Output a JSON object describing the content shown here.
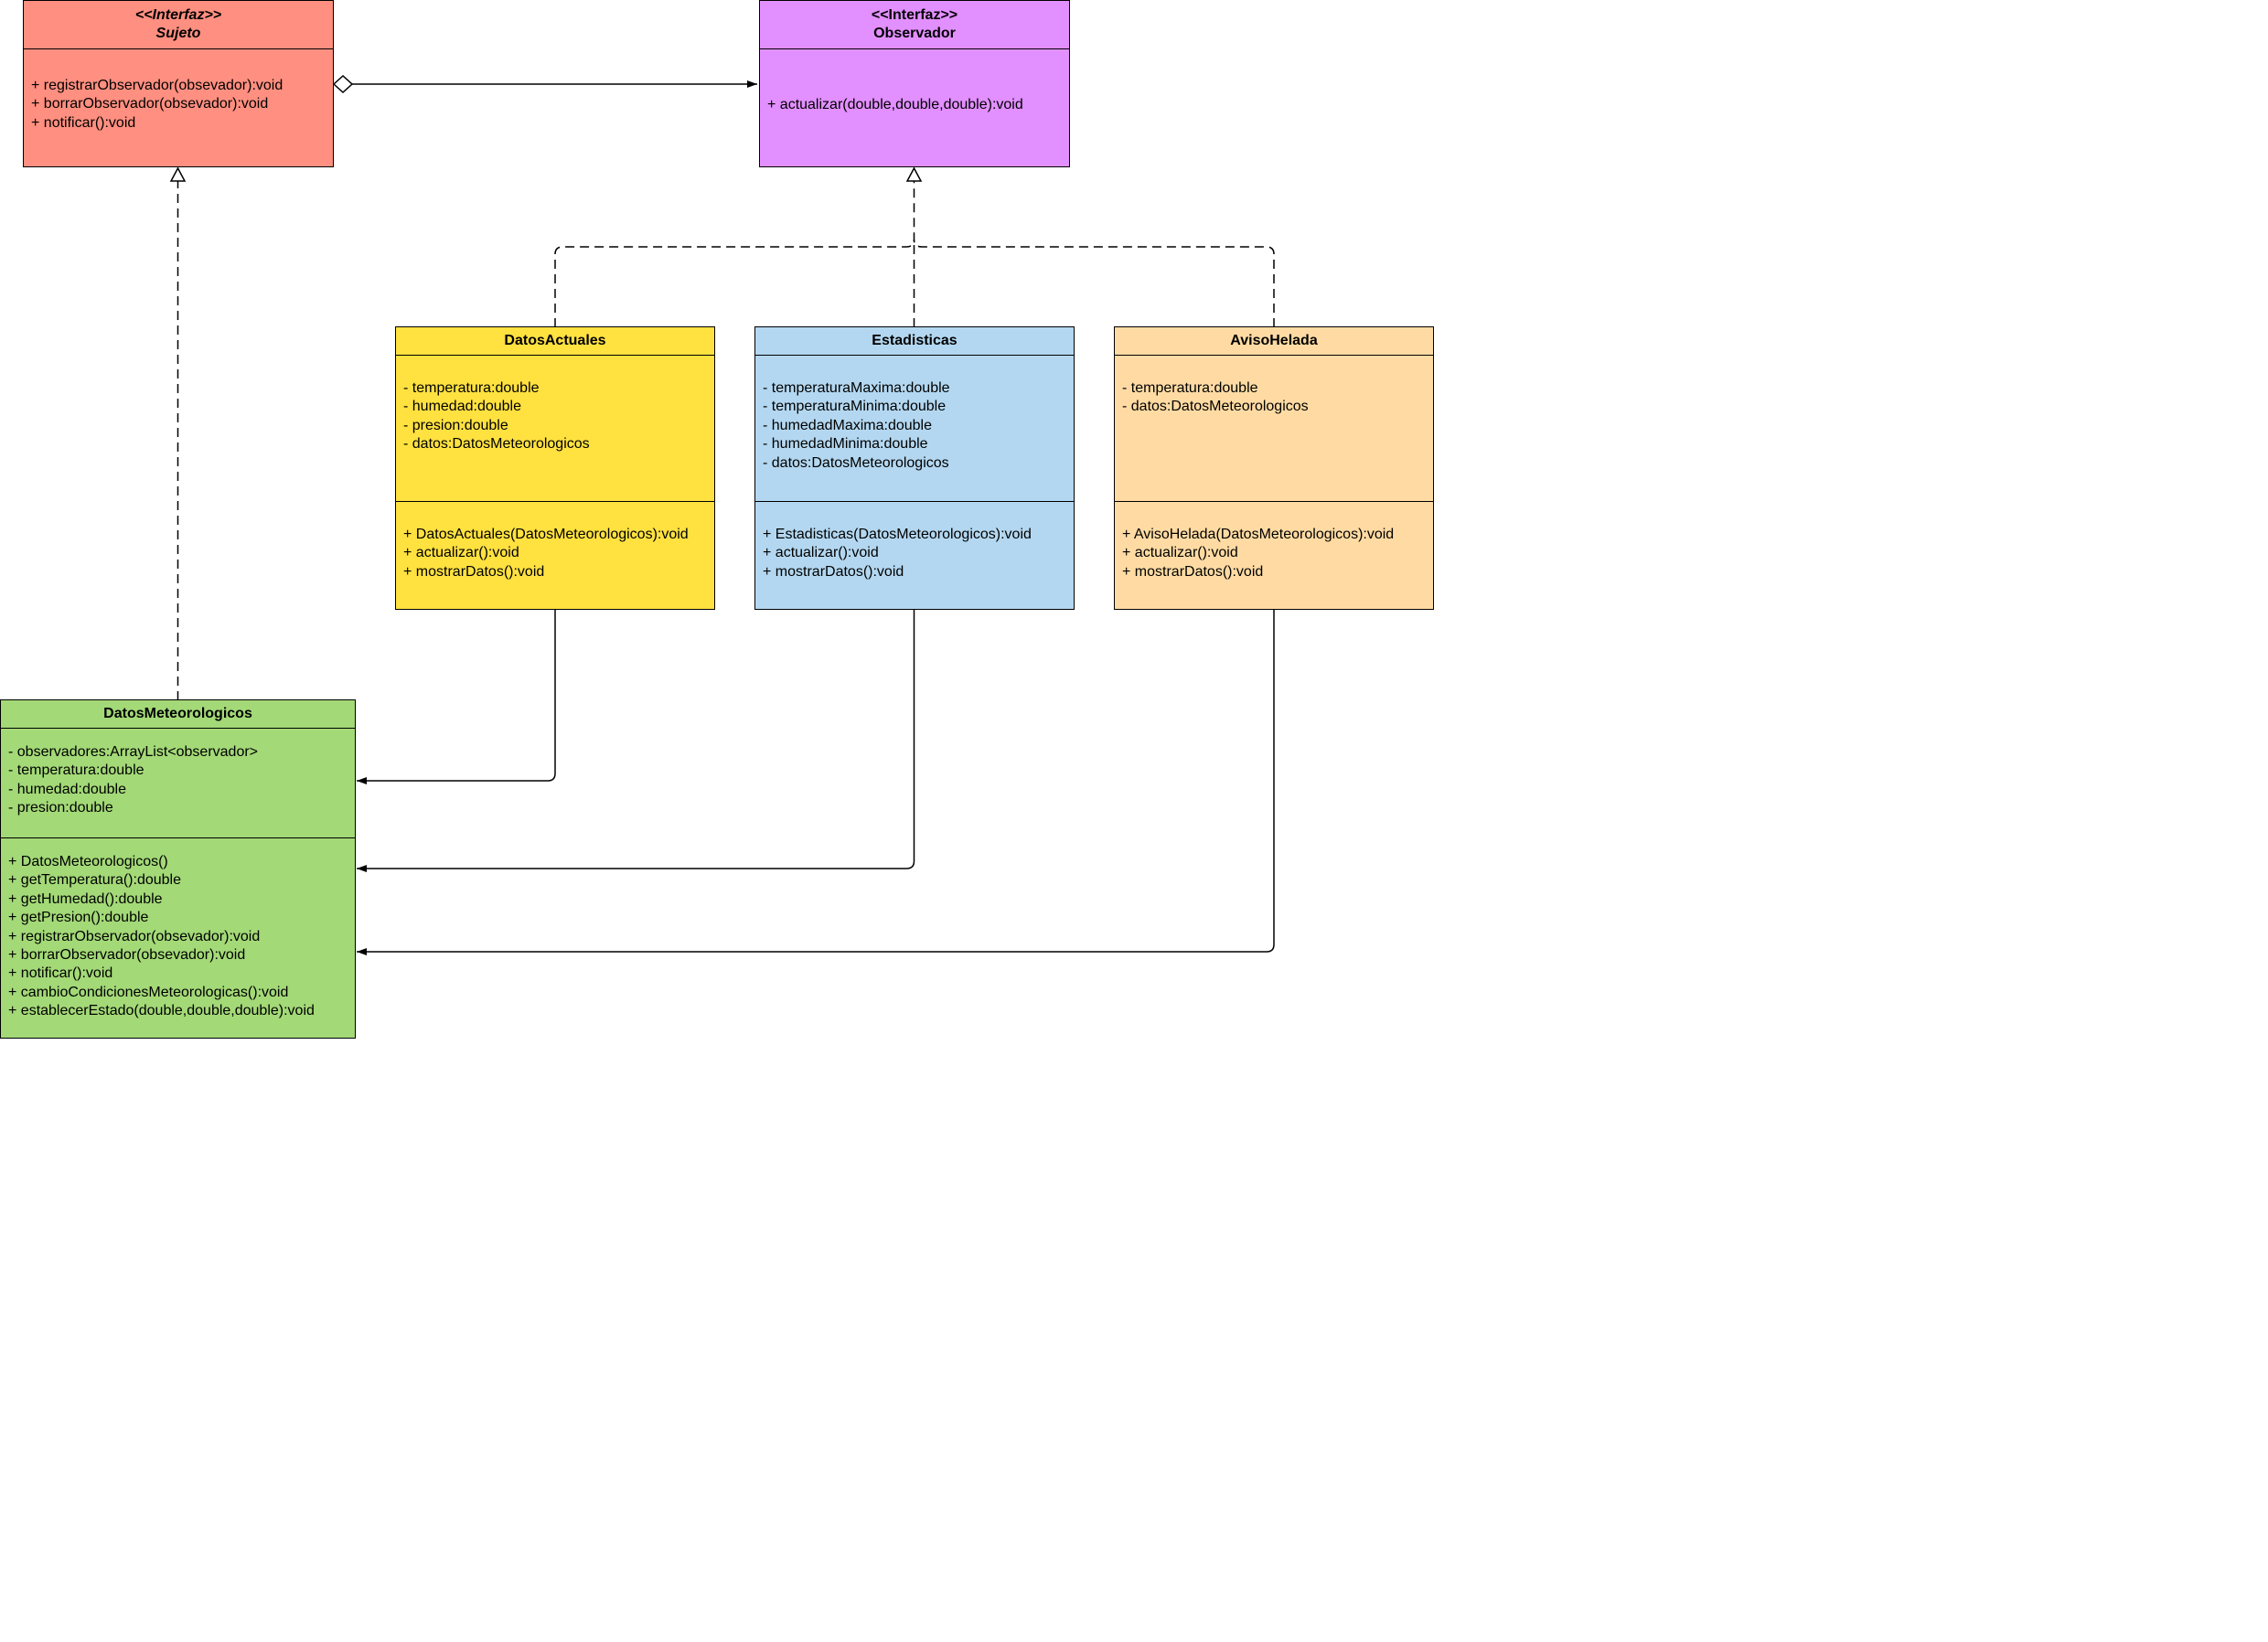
{
  "colors": {
    "sujeto": "#FF8F80",
    "observador": "#E28FFF",
    "datos_actuales": "#FFE140",
    "estadisticas": "#B3D7F0",
    "aviso_helada": "#FFDBA3",
    "datos_meteorologicos": "#A3D977",
    "line": "#000000"
  },
  "classes": {
    "sujeto": {
      "stereotype": "<<Interfaz>>",
      "name": "Sujeto",
      "methods": [
        "+ registrarObservador(obsevador):void",
        "+ borrarObservador(obsevador):void",
        "+ notificar():void"
      ]
    },
    "observador": {
      "stereotype": "<<Interfaz>>",
      "name": "Observador",
      "methods": [
        "+ actualizar(double,double,double):void"
      ]
    },
    "datos_actuales": {
      "name": "DatosActuales",
      "attributes": [
        "- temperatura:double",
        "- humedad:double",
        "- presion:double",
        "- datos:DatosMeteorologicos"
      ],
      "methods": [
        "+ DatosActuales(DatosMeteorologicos):void",
        "+ actualizar():void",
        "+ mostrarDatos():void"
      ]
    },
    "estadisticas": {
      "name": "Estadisticas",
      "attributes": [
        "- temperaturaMaxima:double",
        "- temperaturaMinima:double",
        "- humedadMaxima:double",
        "- humedadMinima:double",
        "- datos:DatosMeteorologicos"
      ],
      "methods": [
        "+ Estadisticas(DatosMeteorologicos):void",
        "+ actualizar():void",
        "+ mostrarDatos():void"
      ]
    },
    "aviso_helada": {
      "name": "AvisoHelada",
      "attributes": [
        "- temperatura:double",
        "- datos:DatosMeteorologicos"
      ],
      "methods": [
        "+ AvisoHelada(DatosMeteorologicos):void",
        "+ actualizar():void",
        "+ mostrarDatos():void"
      ]
    },
    "datos_meteorologicos": {
      "name": "DatosMeteorologicos",
      "attributes": [
        "- observadores:ArrayList<observador>",
        "- temperatura:double",
        "- humedad:double",
        "- presion:double"
      ],
      "methods": [
        "+ DatosMeteorologicos()",
        "+ getTemperatura():double",
        "+ getHumedad():double",
        "+ getPresion():double",
        "+ registrarObservador(obsevador):void",
        "+ borrarObservador(obsevador):void",
        "+ notificar():void",
        "+ cambioCondicionesMeteorologicas():void",
        "+ establecerEstado(double,double,double):void"
      ]
    }
  }
}
